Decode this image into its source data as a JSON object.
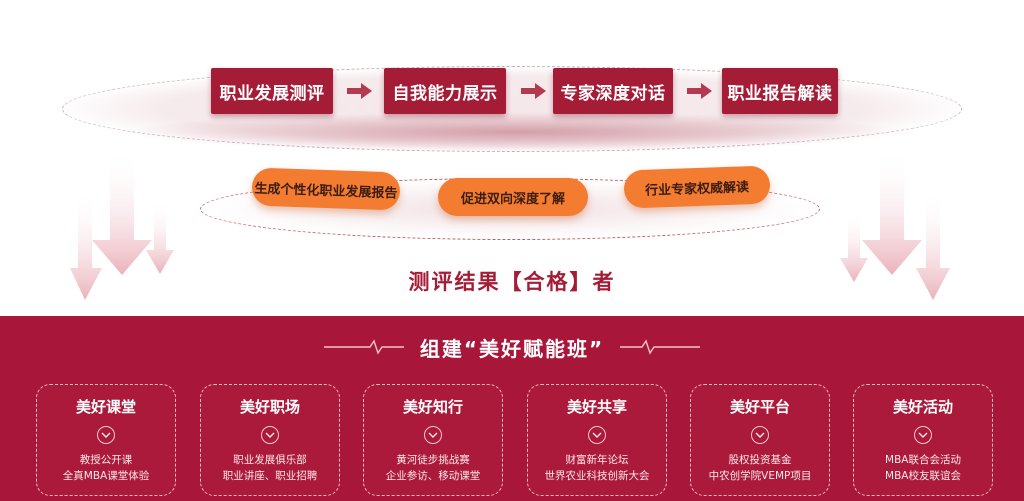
{
  "steps": [
    "职业发展测评",
    "自我能力展示",
    "专家深度对话",
    "职业报告解读"
  ],
  "pills": [
    "生成个性化职业发展报告",
    "促进双向深度了解",
    "行业专家权威解读"
  ],
  "result_title": "测评结果【合格】者",
  "group_title": "组建“美好赋能班”",
  "cards": [
    {
      "title": "美好课堂",
      "lines": [
        "教授公开课",
        "全真MBA课堂体验"
      ]
    },
    {
      "title": "美好职场",
      "lines": [
        "职业发展俱乐部",
        "职业讲座、职业招聘"
      ]
    },
    {
      "title": "美好知行",
      "lines": [
        "黄河徒步挑战赛",
        "企业参访、移动课堂"
      ]
    },
    {
      "title": "美好共享",
      "lines": [
        "财富新年论坛",
        "世界农业科技创新大会"
      ]
    },
    {
      "title": "美好平台",
      "lines": [
        "股权投资基金",
        "中农创学院VEMP项目"
      ]
    },
    {
      "title": "美好活动",
      "lines": [
        "MBA联合会活动",
        "MBA校友联谊会"
      ]
    }
  ],
  "colors": {
    "brand_red": "#a51c37",
    "accent_orange": "#f47c31"
  }
}
